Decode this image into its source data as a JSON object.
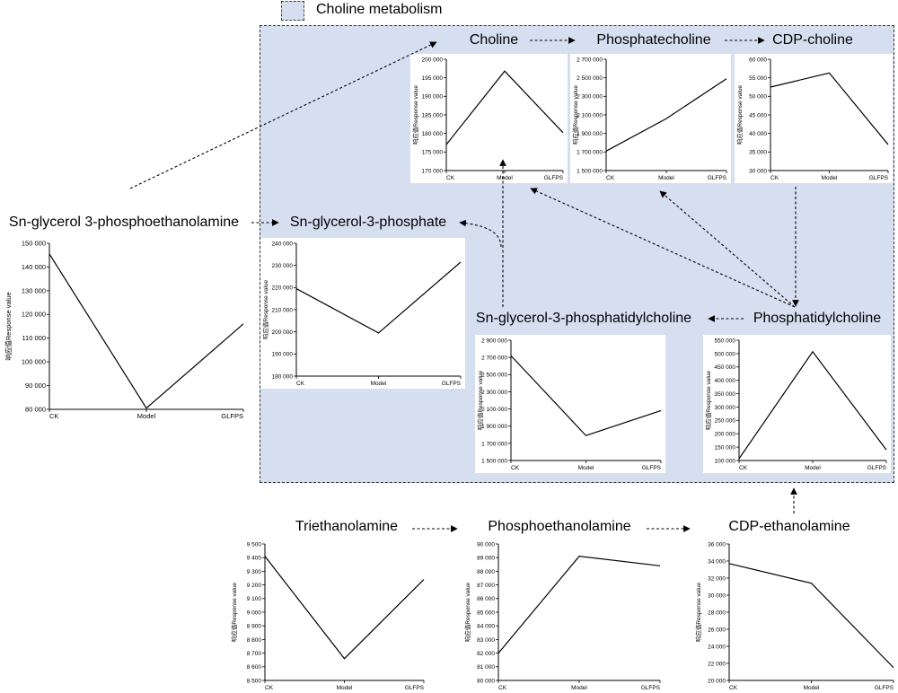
{
  "legend": {
    "label": "Choline metabolism",
    "region_color": "#d6dff0"
  },
  "nodes": {
    "choline": "Choline",
    "phosphatecholine": "Phosphatecholine",
    "cdp_choline": "CDP-choline",
    "sn_g3pe": "Sn-glycerol 3-phosphoethanolamine",
    "sn_g3p": "Sn-glycerol-3-phosphate",
    "sn_g3pc": "Sn-glycerol-3-phosphatidylcholine",
    "phosphatidylcholine": "Phosphatidylcholine",
    "triethanolamine": "Triethanolamine",
    "phosphoethanolamine": "Phosphoethanolamine",
    "cdp_ethanolamine": "CDP-ethanolamine"
  },
  "chart_data": [
    {
      "id": "choline",
      "type": "line",
      "ylabel": "响应值Response value",
      "categories": [
        "CK",
        "Model",
        "GLFPS"
      ],
      "values": [
        177000,
        196800,
        180200
      ],
      "ylim": [
        170000,
        200000
      ],
      "yticks": [
        170000,
        175000,
        180000,
        185000,
        190000,
        195000,
        200000
      ],
      "ytick_labels": [
        "170 000",
        "175 000",
        "180 000",
        "185 000",
        "190 000",
        "195 000",
        "200 000"
      ]
    },
    {
      "id": "phosphatecholine",
      "type": "line",
      "ylabel": "响应值Response value",
      "categories": [
        "CK",
        "Model",
        "GLFPS"
      ],
      "values": [
        1710000,
        2060000,
        2490000
      ],
      "ylim": [
        1500000,
        2700000
      ],
      "yticks": [
        1500000,
        1700000,
        1900000,
        2100000,
        2300000,
        2500000,
        2700000
      ],
      "ytick_labels": [
        "1 500 000",
        "1 700 000",
        "1 900 000",
        "2 100 000",
        "2 300 000",
        "2 500 000",
        "2 700 000"
      ]
    },
    {
      "id": "cdp_choline",
      "type": "line",
      "ylabel": "响应值Response value",
      "categories": [
        "CK",
        "Model",
        "GLFPS"
      ],
      "values": [
        52500,
        56300,
        37000
      ],
      "ylim": [
        30000,
        60000
      ],
      "yticks": [
        30000,
        35000,
        40000,
        45000,
        50000,
        55000,
        60000
      ],
      "ytick_labels": [
        "30 000",
        "35 000",
        "40 000",
        "45 000",
        "50 000",
        "55 000",
        "60 000"
      ]
    },
    {
      "id": "sn_g3pe",
      "type": "line",
      "ylabel": "响应值Response value",
      "categories": [
        "CK",
        "Model",
        "GLFPS"
      ],
      "values": [
        145500,
        80500,
        116000
      ],
      "ylim": [
        80000,
        150000
      ],
      "yticks": [
        80000,
        90000,
        100000,
        110000,
        120000,
        130000,
        140000,
        150000
      ],
      "ytick_labels": [
        "80 000",
        "90 000",
        "100 000",
        "110 000",
        "120 000",
        "130 000",
        "140 000",
        "150 000"
      ]
    },
    {
      "id": "sn_g3p",
      "type": "line",
      "ylabel": "响应值Response value",
      "categories": [
        "CK",
        "Model",
        "GLFPS"
      ],
      "values": [
        219500,
        199500,
        231500
      ],
      "ylim": [
        180000,
        240000
      ],
      "yticks": [
        180000,
        190000,
        200000,
        210000,
        220000,
        230000,
        240000
      ],
      "ytick_labels": [
        "180 000",
        "190 000",
        "200 000",
        "210 000",
        "220 000",
        "230 000",
        "240 000"
      ]
    },
    {
      "id": "sn_g3pc",
      "type": "line",
      "ylabel": "响应值Response value",
      "categories": [
        "CK",
        "Model",
        "GLFPS"
      ],
      "values": [
        2720000,
        1790000,
        2080000
      ],
      "ylim": [
        1500000,
        2900000
      ],
      "yticks": [
        1500000,
        1700000,
        1900000,
        2100000,
        2300000,
        2500000,
        2700000,
        2900000
      ],
      "ytick_labels": [
        "1 500 000",
        "1 700 000",
        "1 900 000",
        "2 100 000",
        "2 300 000",
        "2 500 000",
        "2 700 000",
        "2 900 000"
      ]
    },
    {
      "id": "phosphatidylcholine",
      "type": "line",
      "ylabel": "响应值Response value",
      "categories": [
        "CK",
        "Model",
        "GLFPS"
      ],
      "values": [
        107000,
        507000,
        140000
      ],
      "ylim": [
        100000,
        550000
      ],
      "yticks": [
        100000,
        150000,
        200000,
        250000,
        300000,
        350000,
        400000,
        450000,
        500000,
        550000
      ],
      "ytick_labels": [
        "100 000",
        "150 000",
        "200 000",
        "250 000",
        "300 000",
        "350 000",
        "400 000",
        "450 000",
        "500 000",
        "550 000"
      ]
    },
    {
      "id": "triethanolamine",
      "type": "line",
      "ylabel": "响应值Response value",
      "categories": [
        "CK",
        "Model",
        "GLFPS"
      ],
      "values": [
        9410,
        8660,
        9240
      ],
      "ylim": [
        8500,
        9500
      ],
      "yticks": [
        8500,
        8600,
        8700,
        8800,
        8900,
        9000,
        9100,
        9200,
        9300,
        9400,
        9500
      ],
      "ytick_labels": [
        "8 500",
        "8 600",
        "8 700",
        "8 800",
        "8 900",
        "9 000",
        "9 100",
        "9 200",
        "9 300",
        "9 400",
        "9 500"
      ]
    },
    {
      "id": "phosphoethanolamine",
      "type": "line",
      "ylabel": "响应值Response value",
      "categories": [
        "CK",
        "Model",
        "GLFPS"
      ],
      "values": [
        82000,
        89100,
        88400
      ],
      "ylim": [
        80000,
        90000
      ],
      "yticks": [
        80000,
        81000,
        82000,
        83000,
        84000,
        85000,
        86000,
        87000,
        88000,
        89000,
        90000
      ],
      "ytick_labels": [
        "80 000",
        "81 000",
        "82 000",
        "83 000",
        "84 000",
        "85 000",
        "86 000",
        "87 000",
        "88 000",
        "89 000",
        "90 000"
      ]
    },
    {
      "id": "cdp_ethanolamine",
      "type": "line",
      "ylabel": "响应值Response value",
      "categories": [
        "CK",
        "Model",
        "GLFPS"
      ],
      "values": [
        33700,
        31400,
        21500
      ],
      "ylim": [
        20000,
        36000
      ],
      "yticks": [
        20000,
        22000,
        24000,
        26000,
        28000,
        30000,
        32000,
        34000,
        36000
      ],
      "ytick_labels": [
        "20 000",
        "22 000",
        "24 000",
        "26 000",
        "28 000",
        "30 000",
        "32 000",
        "34 000",
        "36 000"
      ]
    }
  ]
}
